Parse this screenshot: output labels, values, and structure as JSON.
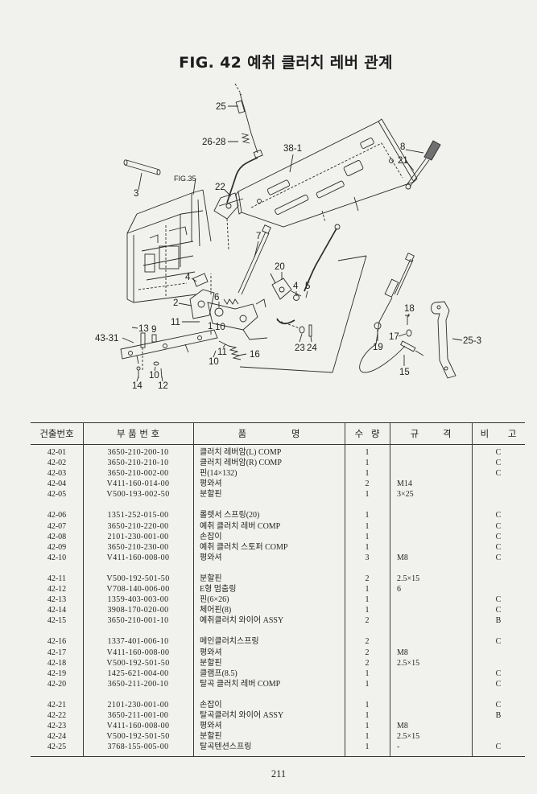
{
  "page": {
    "title": "FIG. 42 예취 클러치 레버 관계",
    "page_number": "211"
  },
  "diagram": {
    "callouts": [
      "25",
      "26-28",
      "38-1",
      "8",
      "21",
      "3",
      "FIG.35",
      "22",
      "7",
      "20",
      "4",
      "4",
      "5",
      "6",
      "2",
      "11",
      "1",
      "10",
      "18",
      "17",
      "25-3",
      "43-31",
      "13",
      "9",
      "23",
      "24",
      "19",
      "15",
      "11",
      "16",
      "10",
      "10",
      "14",
      "12"
    ]
  },
  "parts_table": {
    "headers": {
      "ref_no": "건출번호",
      "part_no": "부 품 번 호",
      "name": "품 명",
      "qty": "수 량",
      "spec": "규 격",
      "remark": "비 고"
    },
    "groups": [
      [
        {
          "no": "42-01",
          "part": "3650-210-200-10",
          "name": "클러치 레버암(L) COMP",
          "qty": "1",
          "note": "C"
        },
        {
          "no": "42-02",
          "part": "3650-210-210-10",
          "name": "클러치 레버암(R) COMP",
          "qty": "1",
          "note": "C"
        },
        {
          "no": "42-03",
          "part": "3650-210-002-00",
          "name": "핀(14×132)",
          "qty": "1",
          "note": "C"
        },
        {
          "no": "42-04",
          "part": "V411-160-014-00",
          "name": "평와셔",
          "qty": "2",
          "spec": "M14"
        },
        {
          "no": "42-05",
          "part": "V500-193-002-50",
          "name": "분할핀",
          "qty": "1",
          "spec": "3×25"
        }
      ],
      [
        {
          "no": "42-06",
          "part": "1351-252-015-00",
          "name": "롤렛서 스프링(20)",
          "qty": "1",
          "note": "C"
        },
        {
          "no": "42-07",
          "part": "3650-210-220-00",
          "name": "예취 클러치 레버 COMP",
          "qty": "1",
          "note": "C"
        },
        {
          "no": "42-08",
          "part": "2101-230-001-00",
          "name": "손잡이",
          "qty": "1",
          "note": "C"
        },
        {
          "no": "42-09",
          "part": "3650-210-230-00",
          "name": "예취 클러치 스토퍼 COMP",
          "qty": "1",
          "note": "C"
        },
        {
          "no": "42-10",
          "part": "V411-160-008-00",
          "name": "평와셔",
          "qty": "3",
          "spec": "M8",
          "note": "C"
        }
      ],
      [
        {
          "no": "42-11",
          "part": "V500-192-501-50",
          "name": "분할핀",
          "qty": "2",
          "spec": "2.5×15"
        },
        {
          "no": "42-12",
          "part": "V708-140-006-00",
          "name": "E형 멈춤링",
          "qty": "1",
          "spec": "6"
        },
        {
          "no": "42-13",
          "part": "1359-403-003-00",
          "name": "핀(6×26)",
          "qty": "1",
          "note": "C"
        },
        {
          "no": "42-14",
          "part": "3908-170-020-00",
          "name": "체어핀(8)",
          "qty": "1",
          "note": "C"
        },
        {
          "no": "42-15",
          "part": "3650-210-001-10",
          "name": "예취클러치 와이어 ASSY",
          "qty": "2",
          "note": "B"
        }
      ],
      [
        {
          "no": "42-16",
          "part": "1337-401-006-10",
          "name": "메인클러치스프링",
          "qty": "2",
          "note": "C"
        },
        {
          "no": "42-17",
          "part": "V411-160-008-00",
          "name": "평와셔",
          "qty": "2",
          "spec": "M8"
        },
        {
          "no": "42-18",
          "part": "V500-192-501-50",
          "name": "분할핀",
          "qty": "2",
          "spec": "2.5×15"
        },
        {
          "no": "42-19",
          "part": "1425-621-004-00",
          "name": "클램프(8.5)",
          "qty": "1",
          "note": "C"
        },
        {
          "no": "42-20",
          "part": "3650-211-200-10",
          "name": "탈곡 클러치 레버 COMP",
          "qty": "1",
          "note": "C"
        }
      ],
      [
        {
          "no": "42-21",
          "part": "2101-230-001-00",
          "name": "손잡이",
          "qty": "1",
          "note": "C"
        },
        {
          "no": "42-22",
          "part": "3650-211-001-00",
          "name": "탈곡클러치 와이어 ASSY",
          "qty": "1",
          "note": "B"
        },
        {
          "no": "42-23",
          "part": "V411-160-008-00",
          "name": "평와셔",
          "qty": "1",
          "spec": "M8"
        },
        {
          "no": "42-24",
          "part": "V500-192-501-50",
          "name": "분할핀",
          "qty": "1",
          "spec": "2.5×15"
        },
        {
          "no": "42-25",
          "part": "3768-155-005-00",
          "name": "탈곡텐션스프링",
          "qty": "1",
          "spec": "-",
          "note": "C"
        }
      ]
    ]
  }
}
